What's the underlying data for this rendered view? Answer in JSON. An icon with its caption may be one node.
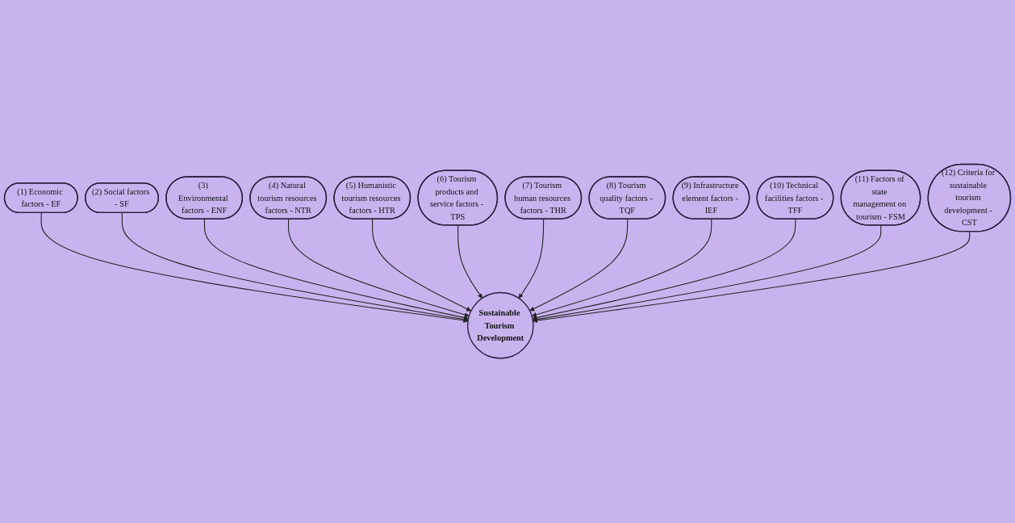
{
  "diagram": {
    "nodes": [
      {
        "text": [
          "Sustainable Tourism Development"
        ]
      },
      {
        "text": [
          "(1) Economic factors - EF"
        ]
      },
      {
        "text": [
          "(2) Social factors - SF"
        ]
      },
      {
        "text": [
          "(3) Environmental factors - ENF"
        ]
      },
      {
        "text": [
          "(4) Natural tourism resources factors - NTR"
        ]
      },
      {
        "text": [
          "(5) Humanistic tourism resources factors - HTR"
        ]
      },
      {
        "text": [
          "(6) Tourism products and service factors - TPS"
        ]
      },
      {
        "text": [
          "(7) Tourism human resources factors - THR"
        ]
      },
      {
        "text": [
          "(8) Tourism quality factors - TQF"
        ]
      },
      {
        "text": [
          "(9) Infrastructure element factors - IEF"
        ]
      },
      {
        "text": [
          "(10) Technical facilities factors - TFF"
        ]
      },
      {
        "text": [
          "(11) Factors of state management on tourism - FSM"
        ]
      },
      {
        "text": [
          "(12) Criteria for sustainable tourism development - CST"
        ]
      }
    ],
    "edges": [
      {
        "from": 1,
        "to": 0,
        "arrow": "to"
      },
      {
        "from": 2,
        "to": 0,
        "arrow": "to"
      },
      {
        "from": 3,
        "to": 0,
        "arrow": "to"
      },
      {
        "from": 4,
        "to": 0,
        "arrow": "to"
      },
      {
        "from": 5,
        "to": 0,
        "arrow": "to"
      },
      {
        "from": 6,
        "to": 0,
        "arrow": "to"
      },
      {
        "from": 7,
        "to": 0,
        "arrow": "to"
      },
      {
        "from": 8,
        "to": 0,
        "arrow": "to"
      },
      {
        "from": 9,
        "to": 0,
        "arrow": "to"
      },
      {
        "from": 10,
        "to": 0,
        "arrow": "to"
      },
      {
        "from": 11,
        "to": 0,
        "arrow": "to"
      },
      {
        "from": 12,
        "to": 0,
        "arrow": "to"
      }
    ]
  }
}
